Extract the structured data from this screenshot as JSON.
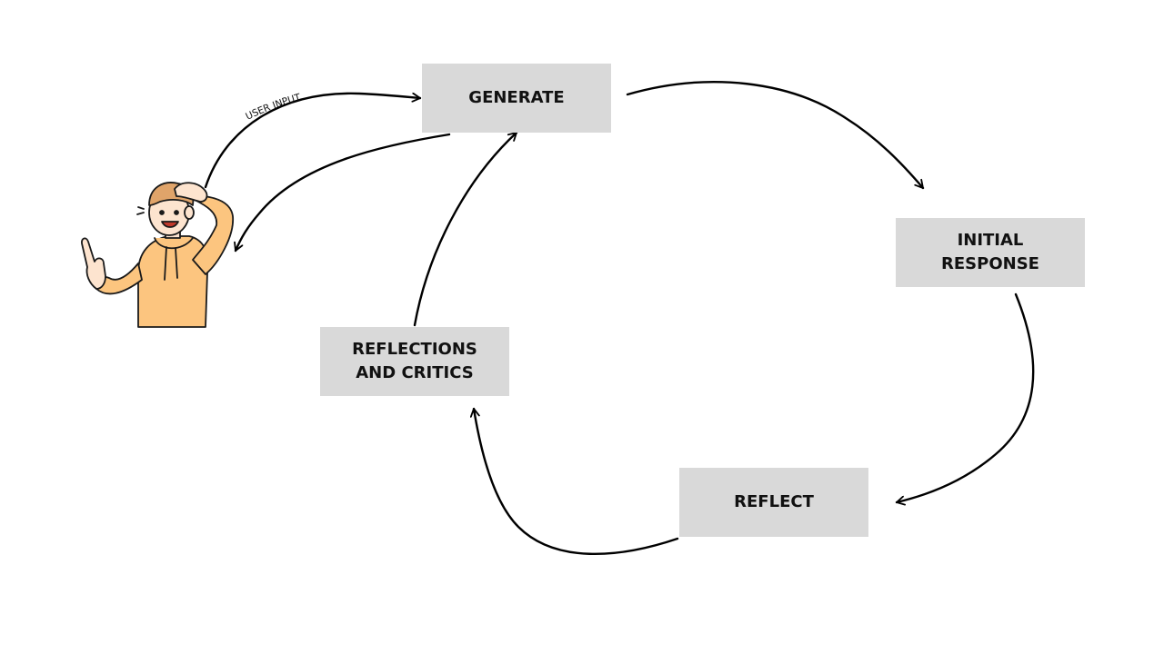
{
  "diagram": {
    "nodes": [
      {
        "id": "generate",
        "label": "GENERATE"
      },
      {
        "id": "initial-response",
        "label": "INITIAL\nRESPONSE"
      },
      {
        "id": "reflect",
        "label": "REFLECT"
      },
      {
        "id": "reflections",
        "label": "REFLECTIONS\nAND CRITICS"
      }
    ],
    "edges": [
      {
        "from": "user",
        "to": "generate",
        "label": "USER INPUT"
      },
      {
        "from": "generate",
        "to": "user",
        "label": ""
      },
      {
        "from": "generate",
        "to": "initial-response",
        "label": ""
      },
      {
        "from": "initial-response",
        "to": "reflect",
        "label": ""
      },
      {
        "from": "reflect",
        "to": "reflections",
        "label": ""
      },
      {
        "from": "reflections",
        "to": "generate",
        "label": ""
      }
    ],
    "colors": {
      "node_fill": "#d9d9d9",
      "arrow": "#000000",
      "person_hoodie": "#fcc57f",
      "person_hair": "#e0a46a"
    },
    "icons": {
      "person": "pointing-person-illustration"
    }
  }
}
